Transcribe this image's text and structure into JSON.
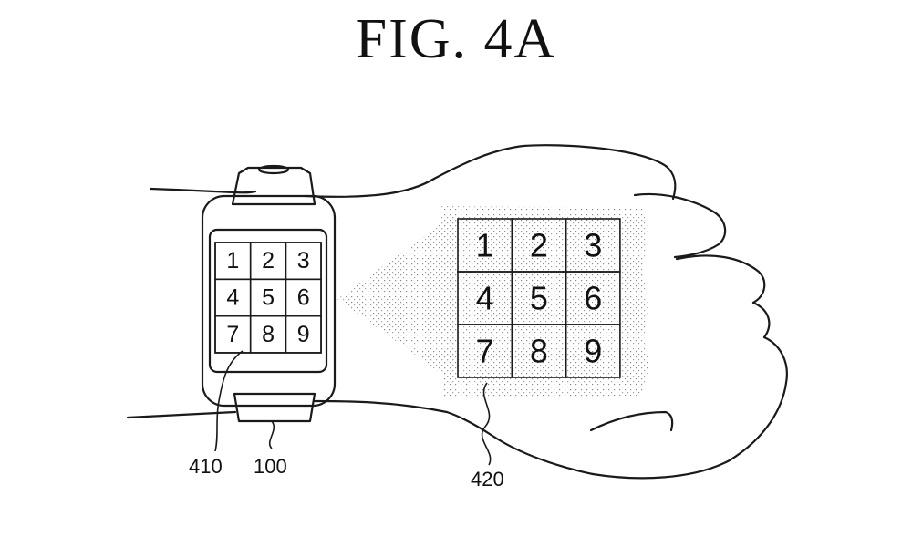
{
  "figure": {
    "title": "FIG. 4A"
  },
  "keypad": {
    "keys": [
      "1",
      "2",
      "3",
      "4",
      "5",
      "6",
      "7",
      "8",
      "9"
    ]
  },
  "reference_numerals": {
    "watch_screen": "410",
    "watch": "100",
    "projected_keypad": "420"
  }
}
